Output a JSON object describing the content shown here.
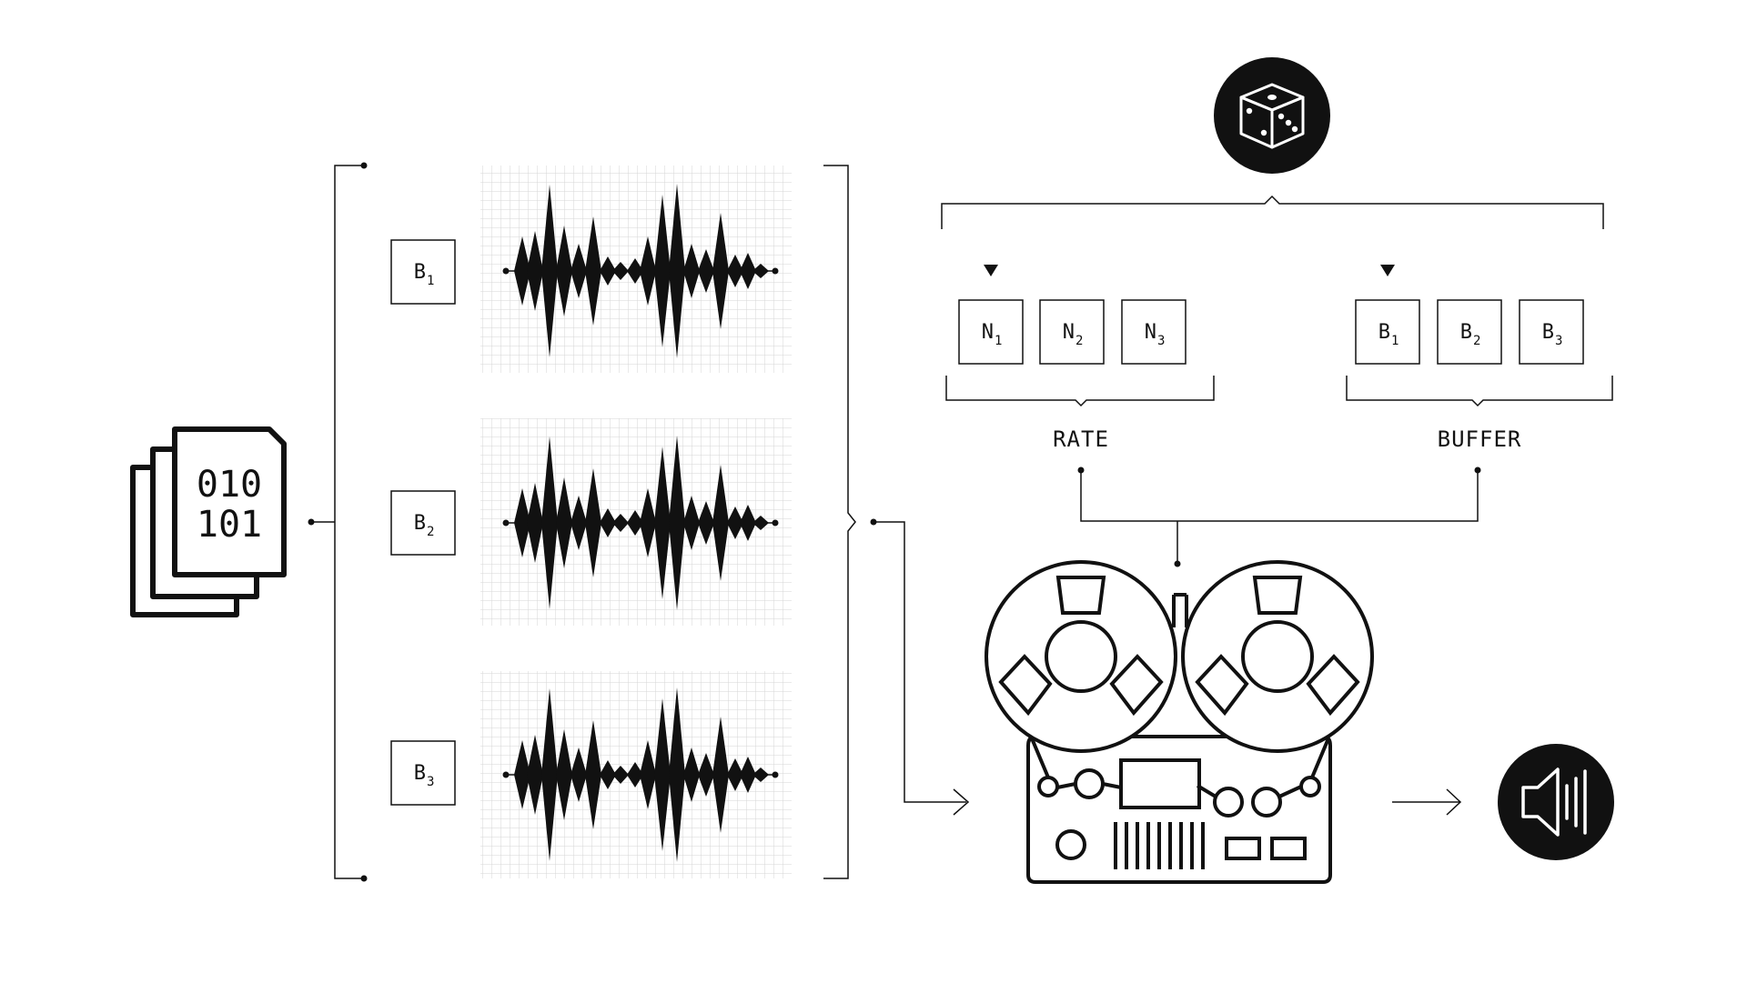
{
  "source_files": {
    "lines": [
      "010",
      "101"
    ]
  },
  "buffers": [
    {
      "base": "B",
      "sub": "1"
    },
    {
      "base": "B",
      "sub": "2"
    },
    {
      "base": "B",
      "sub": "3"
    }
  ],
  "rate_options": [
    {
      "base": "N",
      "sub": "1"
    },
    {
      "base": "N",
      "sub": "2"
    },
    {
      "base": "N",
      "sub": "3"
    }
  ],
  "buffer_options": [
    {
      "base": "B",
      "sub": "1"
    },
    {
      "base": "B",
      "sub": "2"
    },
    {
      "base": "B",
      "sub": "3"
    }
  ],
  "labels": {
    "rate": "RATE",
    "buffer": "BUFFER"
  },
  "icons": {
    "source": "binary-files-icon",
    "random": "dice-icon",
    "player": "reel-to-reel-tape-icon",
    "output": "speaker-icon"
  }
}
